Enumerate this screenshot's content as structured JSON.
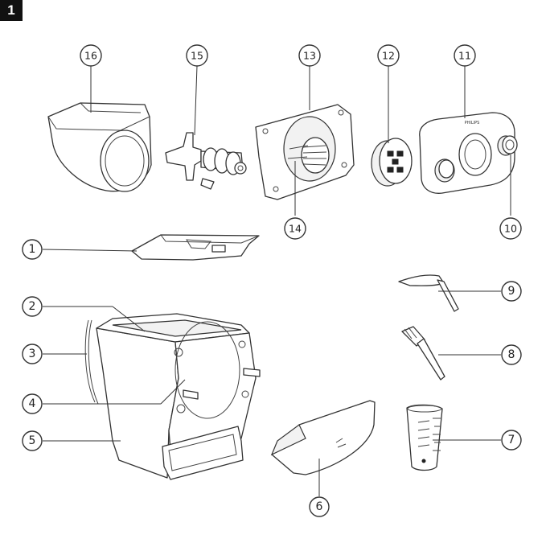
{
  "page_number": "1",
  "brand_mark": "PHILIPS",
  "callouts": [
    {
      "id": "1",
      "num": "1"
    },
    {
      "id": "2",
      "num": "2"
    },
    {
      "id": "3",
      "num": "3"
    },
    {
      "id": "4",
      "num": "4"
    },
    {
      "id": "5",
      "num": "5"
    },
    {
      "id": "6",
      "num": "6"
    },
    {
      "id": "7",
      "num": "7"
    },
    {
      "id": "8",
      "num": "8"
    },
    {
      "id": "9",
      "num": "9"
    },
    {
      "id": "10",
      "num": "10"
    },
    {
      "id": "11",
      "num": "11"
    },
    {
      "id": "12",
      "num": "12"
    },
    {
      "id": "13",
      "num": "13"
    },
    {
      "id": "14",
      "num": "14"
    },
    {
      "id": "15",
      "num": "15"
    },
    {
      "id": "16",
      "num": "16"
    }
  ]
}
